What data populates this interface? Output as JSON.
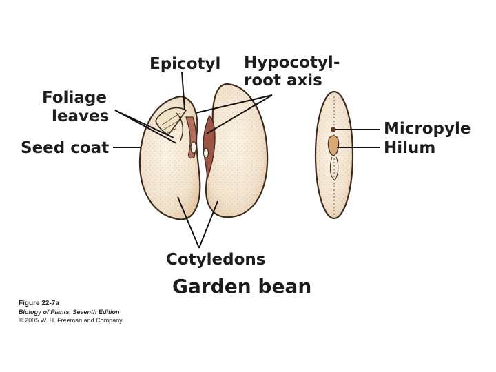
{
  "labels": {
    "epicotyl": "Epicotyl",
    "hypocotyl_line1": "Hypocotyl-",
    "hypocotyl_line2": "root axis",
    "foliage_line1": "Foliage",
    "foliage_line2": "leaves",
    "seed_coat": "Seed coat",
    "micropyle": "Micropyle",
    "hilum": "Hilum",
    "cotyledons": "Cotyledons"
  },
  "title": "Garden bean",
  "credit": {
    "figure": "Figure 22-7a",
    "book": "Biology of Plants, Seventh Edition",
    "copyright": "© 2005 W. H. Freeman and Company"
  },
  "colors": {
    "cotyledon_fill": "#f4e6d2",
    "cotyledon_shade": "#e9d2b6",
    "seed_coat_edge": "#5a3d2b",
    "axis_brown": "#8a4a3a",
    "label_text": "#1c1c1c"
  }
}
